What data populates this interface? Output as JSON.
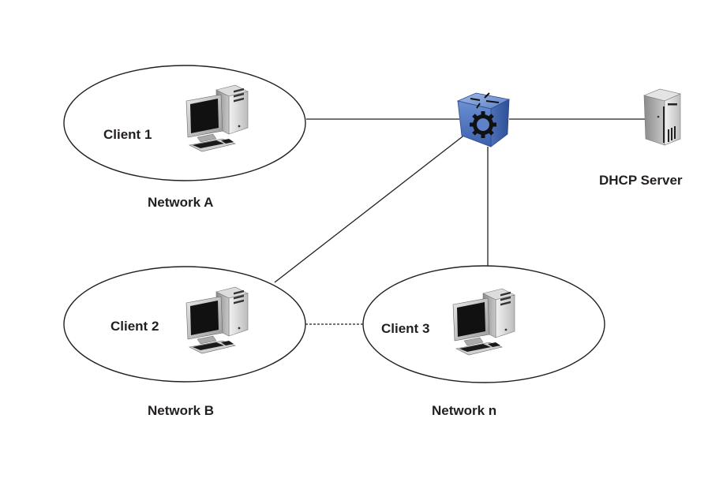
{
  "diagram": {
    "title": "DHCP network topology",
    "networks": [
      {
        "id": "network-a",
        "label": "Network A",
        "client_label": "Client 1"
      },
      {
        "id": "network-b",
        "label": "Network B",
        "client_label": "Client 2"
      },
      {
        "id": "network-n",
        "label": "Network n",
        "client_label": "Client 3"
      }
    ],
    "router": {
      "icon": "router-icon"
    },
    "server": {
      "label": "DHCP Server",
      "icon": "server-icon"
    },
    "links": [
      {
        "from": "network-a",
        "to": "router",
        "style": "solid"
      },
      {
        "from": "network-b",
        "to": "router",
        "style": "solid"
      },
      {
        "from": "network-n",
        "to": "router",
        "style": "solid"
      },
      {
        "from": "router",
        "to": "dhcp-server",
        "style": "solid"
      },
      {
        "from": "network-b",
        "to": "network-n",
        "style": "dashed"
      }
    ],
    "colors": {
      "router_blue": "#5a7fc4",
      "router_dark": "#2c4a8c",
      "line": "#231f20",
      "server_gray": "#b8b8b8"
    }
  }
}
